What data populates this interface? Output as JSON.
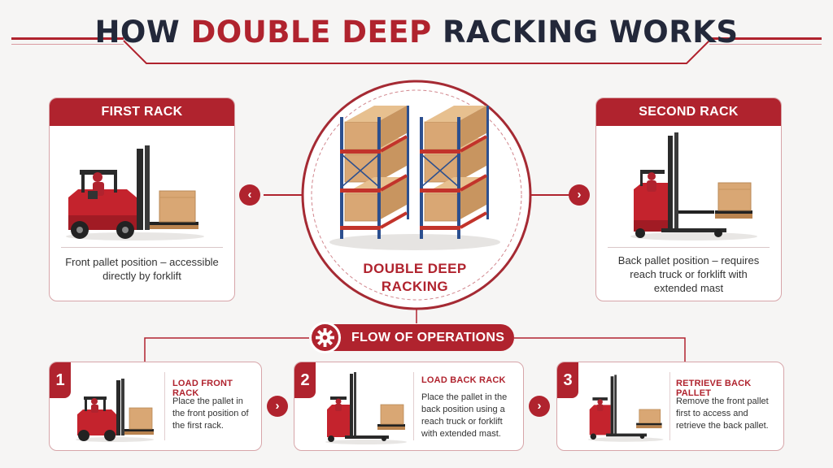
{
  "title": {
    "prefix": "HOW ",
    "accent": "DOUBLE DEEP",
    "suffix": " RACKING WORKS"
  },
  "colors": {
    "accent": "#b0232e",
    "rack_upright": "#2c4f8f",
    "rack_beam": "#c2332b",
    "box": "#d9a774",
    "pallet": "#b9834f"
  },
  "first_rack": {
    "header": "FIRST RACK",
    "caption": "Front pallet position – accessible directly by forklift",
    "arrow_icon": "chevron-left-icon"
  },
  "second_rack": {
    "header": "SECOND RACK",
    "caption": "Back pallet position – requires reach truck or forklift with extended mast",
    "arrow_icon": "chevron-right-icon"
  },
  "center": {
    "label_line1": "DOUBLE DEEP",
    "label_line2": "RACKING"
  },
  "flow": {
    "label": "FLOW OF OPERATIONS",
    "icon": "gear-icon",
    "steps": [
      {
        "number": "1",
        "title": "LOAD FRONT RACK",
        "description": "Place the pallet in the front position of the first rack."
      },
      {
        "number": "2",
        "title": "LOAD BACK RACK",
        "description": "Place the pallet in the back position using a reach truck or forklift with extended mast."
      },
      {
        "number": "3",
        "title": "RETRIEVE BACK PALLET",
        "description": "Remove the front pallet first to access and retrieve the back pallet."
      }
    ]
  }
}
